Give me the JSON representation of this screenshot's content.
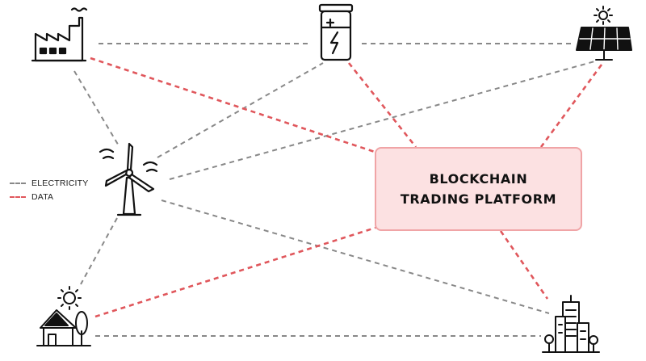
{
  "legend": {
    "electricity": "ELECTRICITY",
    "data": "DATA"
  },
  "platform": {
    "line1": "BLOCKCHAIN",
    "line2": "TRADING PLATFORM"
  },
  "colors": {
    "electricity_line": "#888888",
    "data_line": "#e0575c",
    "platform_fill": "#fce1e2",
    "platform_border": "#f0a4a6",
    "icon_stroke": "#111111"
  },
  "nodes": [
    {
      "id": "factory",
      "icon": "factory-icon"
    },
    {
      "id": "battery",
      "icon": "battery-icon"
    },
    {
      "id": "solar-panel",
      "icon": "solar-panel-icon"
    },
    {
      "id": "wind-turbine",
      "icon": "wind-turbine-icon"
    },
    {
      "id": "solar-house",
      "icon": "solar-house-icon"
    },
    {
      "id": "city-buildings",
      "icon": "city-buildings-icon"
    }
  ]
}
